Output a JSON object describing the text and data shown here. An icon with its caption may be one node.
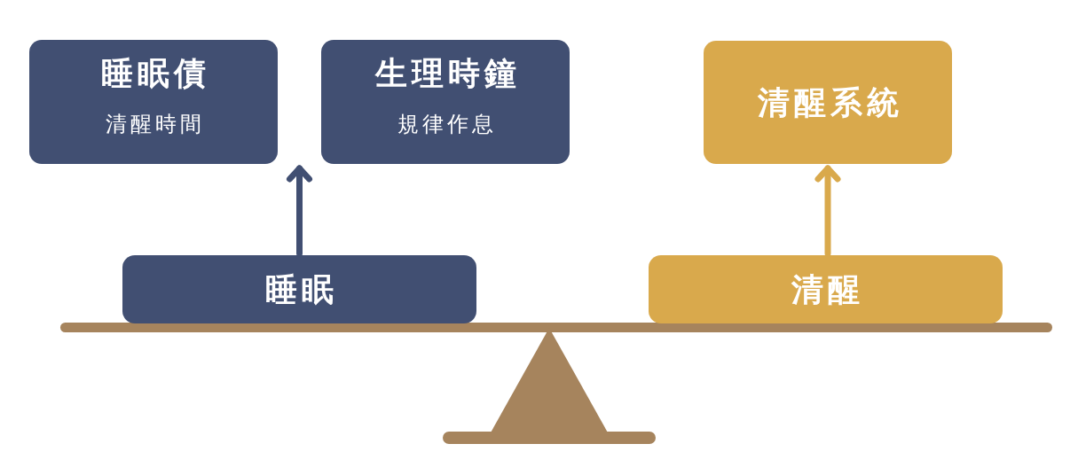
{
  "diagram": {
    "nodes": [
      {
        "text": [
          "睡眠債",
          "清醒時間"
        ]
      },
      {
        "text": [
          "生理時鐘",
          "規律作息"
        ]
      },
      {
        "text": [
          "清醒系統"
        ]
      },
      {
        "text": [
          "睡眠"
        ]
      },
      {
        "text": [
          "清醒"
        ]
      }
    ],
    "edges": [
      {
        "from": 3,
        "to": 0,
        "arrow": "to"
      },
      {
        "from": 3,
        "to": 1,
        "arrow": "to"
      },
      {
        "from": 4,
        "to": 2,
        "arrow": "to",
        "color": "#d9a94c"
      }
    ]
  }
}
